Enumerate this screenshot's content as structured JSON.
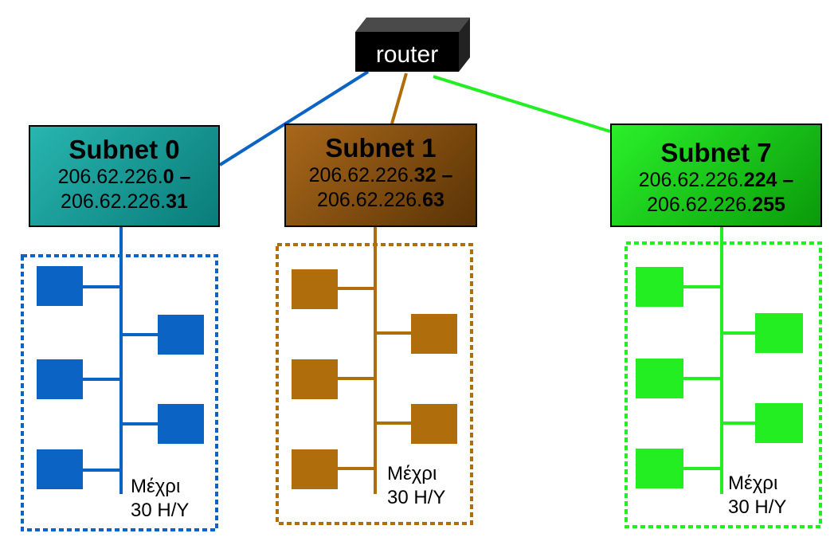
{
  "router": {
    "label": "router"
  },
  "subnets": [
    {
      "title": "Subnet 0",
      "range_start_prefix": "206.62.226.",
      "range_start_host": "0",
      "range_end_prefix": "206.62.226.",
      "range_end_host": "31",
      "color": "#0b64c4"
    },
    {
      "title": "Subnet 1",
      "range_start_prefix": "206.62.226.",
      "range_start_host": "32",
      "range_end_prefix": "206.62.226.",
      "range_end_host": "63",
      "color": "#b06d0b"
    },
    {
      "title": "Subnet 7",
      "range_start_prefix": "206.62.226.",
      "range_start_host": "224",
      "range_end_prefix": "206.62.226.",
      "range_end_host": "255",
      "color": "#22ee22"
    }
  ],
  "dash": " –",
  "caption_line1": "Μέχρι",
  "caption_line2": "30 H/Y"
}
